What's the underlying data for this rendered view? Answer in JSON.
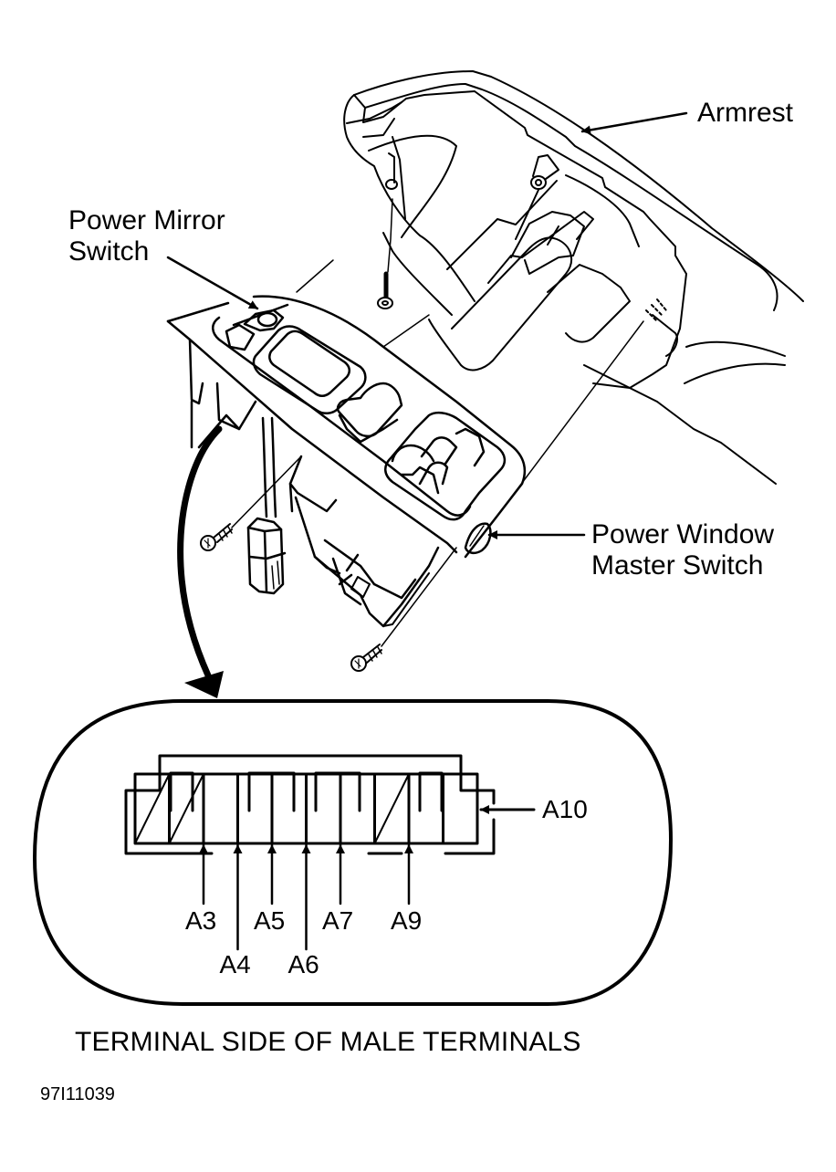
{
  "diagram": {
    "callouts": {
      "armrest": "Armrest",
      "power_mirror_switch_line1": "Power Mirror",
      "power_mirror_switch_line2": "Switch",
      "power_window_master_switch_line1": "Power Window",
      "power_window_master_switch_line2": "Master Switch"
    },
    "connector": {
      "cavity_count": 10,
      "unused_cavities": [
        1,
        2,
        8
      ],
      "pin_labels": [
        {
          "label": "A3",
          "cavity": 3,
          "row": "upper"
        },
        {
          "label": "A4",
          "cavity": 4,
          "row": "lower"
        },
        {
          "label": "A5",
          "cavity": 5,
          "row": "upper"
        },
        {
          "label": "A6",
          "cavity": 6,
          "row": "lower"
        },
        {
          "label": "A7",
          "cavity": 7,
          "row": "upper"
        },
        {
          "label": "A9",
          "cavity": 9,
          "row": "upper"
        },
        {
          "label": "A10",
          "cavity": 10,
          "row": "side"
        }
      ]
    },
    "caption": "TERMINAL SIDE OF MALE TERMINALS",
    "figure_id": "97I11039"
  }
}
